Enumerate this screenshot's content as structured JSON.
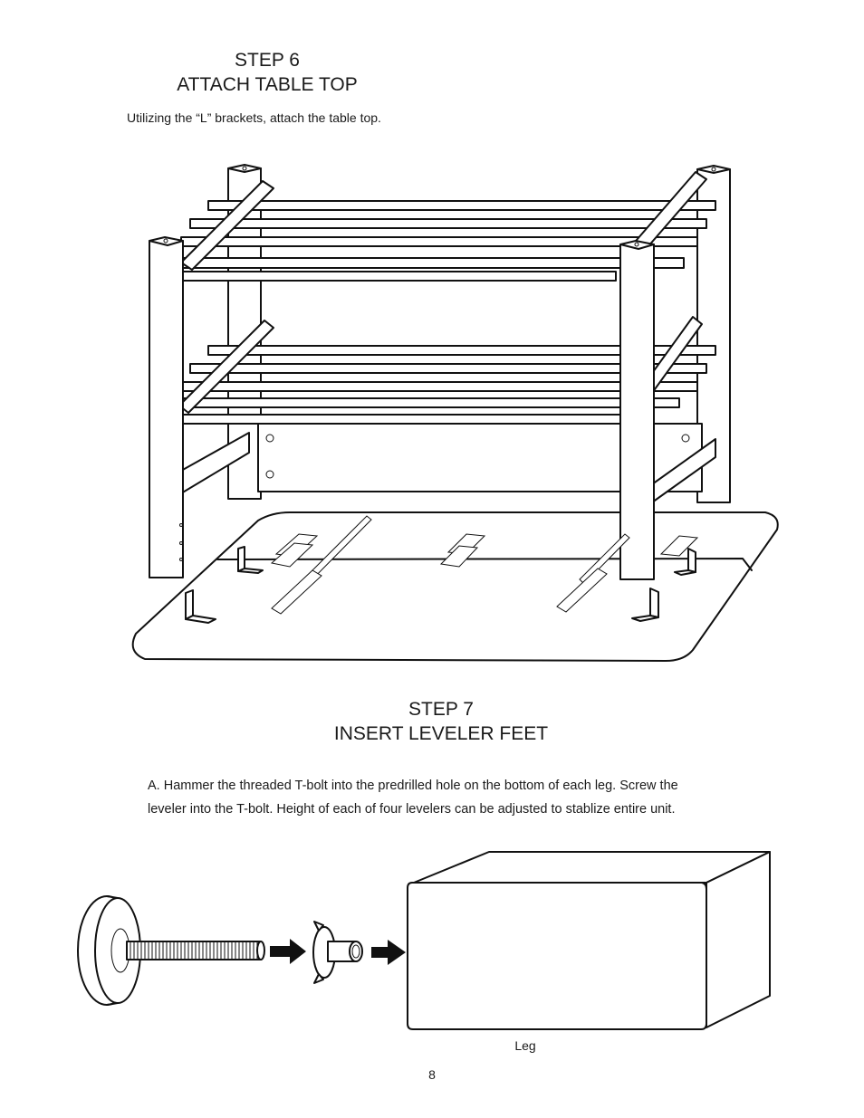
{
  "step6": {
    "number_line": "STEP 6",
    "title_line": "ATTACH TABLE TOP",
    "instruction": "Utilizing the “L” brackets, attach the table top."
  },
  "step7": {
    "number_line": "STEP 7",
    "title_line": "INSERT LEVELER FEET",
    "instruction_line1": "A. Hammer the threaded T-bolt into the predrilled hole on the bottom of each leg. Screw the",
    "instruction_line2": "leveler into the T-bolt. Height of each of four levelers can be adjusted to stablize entire unit."
  },
  "leg_label": "Leg",
  "page_number": "8",
  "icons": [
    "shelf-assembly-illustration",
    "leveler-foot-icon",
    "t-nut-icon",
    "arrow-right-icon",
    "leg-block-icon",
    "l-bracket-icon"
  ]
}
